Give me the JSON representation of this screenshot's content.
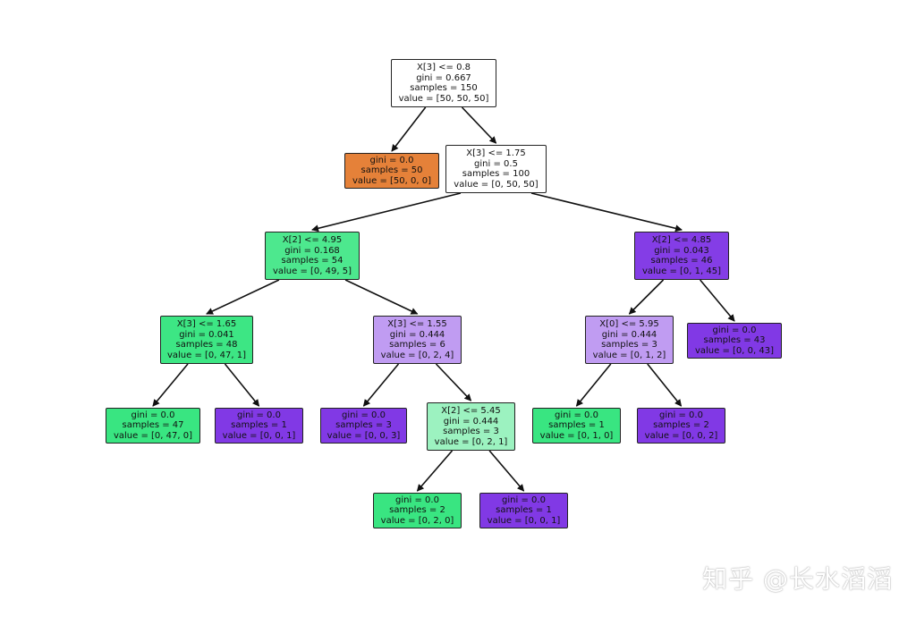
{
  "tree": {
    "nodes": [
      {
        "id": "n0",
        "lines": [
          "X[3] <= 0.8",
          "gini = 0.667",
          "samples = 150",
          "value = [50, 50, 50]"
        ],
        "fill": "#ffffff"
      },
      {
        "id": "n1",
        "lines": [
          "gini = 0.0",
          "samples = 50",
          "value = [50, 0, 0]"
        ],
        "fill": "#e58139"
      },
      {
        "id": "n2",
        "lines": [
          "X[3] <= 1.75",
          "gini = 0.5",
          "samples = 100",
          "value = [0, 50, 50]"
        ],
        "fill": "#ffffff"
      },
      {
        "id": "n3",
        "lines": [
          "X[2] <= 4.95",
          "gini = 0.168",
          "samples = 54",
          "value = [0, 49, 5]"
        ],
        "fill": "#4de88e"
      },
      {
        "id": "n4",
        "lines": [
          "X[3] <= 1.65",
          "gini = 0.041",
          "samples = 48",
          "value = [0, 47, 1]"
        ],
        "fill": "#3de684"
      },
      {
        "id": "n5",
        "lines": [
          "gini = 0.0",
          "samples = 47",
          "value = [0, 47, 0]"
        ],
        "fill": "#39e581"
      },
      {
        "id": "n6",
        "lines": [
          "gini = 0.0",
          "samples = 1",
          "value = [0, 0, 1]"
        ],
        "fill": "#8139e5"
      },
      {
        "id": "n7",
        "lines": [
          "X[3] <= 1.55",
          "gini = 0.444",
          "samples = 6",
          "value = [0, 2, 4]"
        ],
        "fill": "#c09cf2"
      },
      {
        "id": "n8",
        "lines": [
          "gini = 0.0",
          "samples = 3",
          "value = [0, 0, 3]"
        ],
        "fill": "#8139e5"
      },
      {
        "id": "n9",
        "lines": [
          "X[2] <= 5.45",
          "gini = 0.444",
          "samples = 3",
          "value = [0, 2, 1]"
        ],
        "fill": "#9cf2c0"
      },
      {
        "id": "n10",
        "lines": [
          "gini = 0.0",
          "samples = 2",
          "value = [0, 2, 0]"
        ],
        "fill": "#39e581"
      },
      {
        "id": "n11",
        "lines": [
          "gini = 0.0",
          "samples = 1",
          "value = [0, 0, 1]"
        ],
        "fill": "#8139e5"
      },
      {
        "id": "n12",
        "lines": [
          "X[2] <= 4.85",
          "gini = 0.043",
          "samples = 46",
          "value = [0, 1, 45]"
        ],
        "fill": "#843de6"
      },
      {
        "id": "n13",
        "lines": [
          "X[0] <= 5.95",
          "gini = 0.444",
          "samples = 3",
          "value = [0, 1, 2]"
        ],
        "fill": "#c09cf2"
      },
      {
        "id": "n14",
        "lines": [
          "gini = 0.0",
          "samples = 1",
          "value = [0, 1, 0]"
        ],
        "fill": "#39e581"
      },
      {
        "id": "n15",
        "lines": [
          "gini = 0.0",
          "samples = 2",
          "value = [0, 0, 2]"
        ],
        "fill": "#8139e5"
      },
      {
        "id": "n16",
        "lines": [
          "gini = 0.0",
          "samples = 43",
          "value = [0, 0, 43]"
        ],
        "fill": "#8139e5"
      }
    ],
    "edges": [
      [
        "n0",
        "n1"
      ],
      [
        "n0",
        "n2"
      ],
      [
        "n2",
        "n3"
      ],
      [
        "n2",
        "n12"
      ],
      [
        "n3",
        "n4"
      ],
      [
        "n3",
        "n7"
      ],
      [
        "n4",
        "n5"
      ],
      [
        "n4",
        "n6"
      ],
      [
        "n7",
        "n8"
      ],
      [
        "n7",
        "n9"
      ],
      [
        "n9",
        "n10"
      ],
      [
        "n9",
        "n11"
      ],
      [
        "n12",
        "n13"
      ],
      [
        "n12",
        "n16"
      ],
      [
        "n13",
        "n14"
      ],
      [
        "n13",
        "n15"
      ]
    ]
  },
  "watermark": {
    "text": "知乎 @长水滔滔"
  }
}
